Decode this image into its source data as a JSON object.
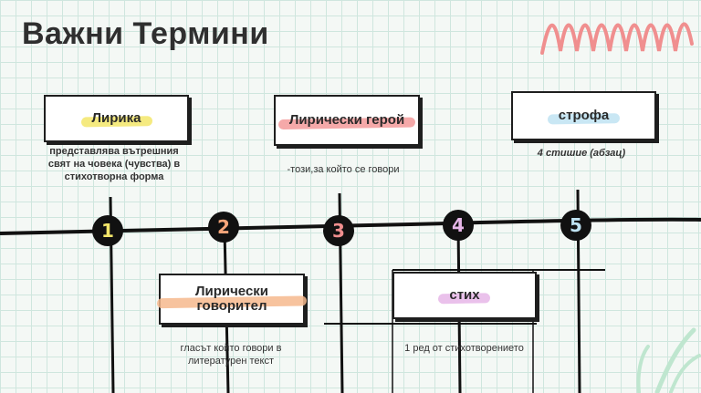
{
  "title": "Важни Термини",
  "colors": {
    "wave": "#f08f8f",
    "num1": "#f3e66a",
    "num2": "#f6a57a",
    "num3": "#f08f8f",
    "num4": "#e6b6e8",
    "num5": "#bfe3f2",
    "deco": "#bfe6cf"
  },
  "timeline": [
    {
      "number": "1",
      "term": "Лирика",
      "description": "представлява вътрешния свят на човека (чувства) в стихотворна форма"
    },
    {
      "number": "2",
      "term": "Лирически говорител",
      "description": "гласът който говори в литературен текст"
    },
    {
      "number": "3",
      "term": "Лирически герой",
      "description": "-този,за който се говори"
    },
    {
      "number": "4",
      "term": "стих",
      "description": "1 ред от стихотворението"
    },
    {
      "number": "5",
      "term": "строфа",
      "description": "4 стишие (абзац)"
    }
  ]
}
